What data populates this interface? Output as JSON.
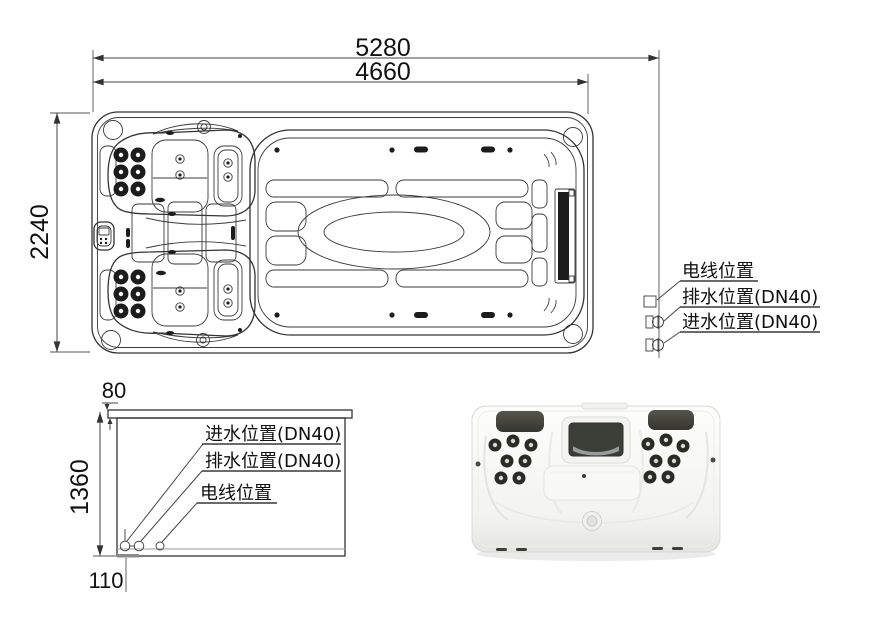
{
  "plan_view": {
    "dim_length_outer": "5280",
    "dim_length_inner": "4660",
    "dim_width": "2240",
    "callouts": {
      "power": "电线位置",
      "drain": "排水位置(DN40)",
      "inlet": "进水位置(DN40)"
    }
  },
  "side_view": {
    "dim_rim_height": "80",
    "dim_body_height": "1360",
    "dim_offset": "110",
    "callouts": {
      "inlet": "进水位置(DN40)",
      "drain": "排水位置(DN40)",
      "power": "电线位置"
    }
  },
  "colors": {
    "line": "#333333",
    "text": "#111111",
    "jet_dark": "#1c1c1c",
    "headrest_dark": "#45453f",
    "screen_dark": "#3b3e36"
  }
}
